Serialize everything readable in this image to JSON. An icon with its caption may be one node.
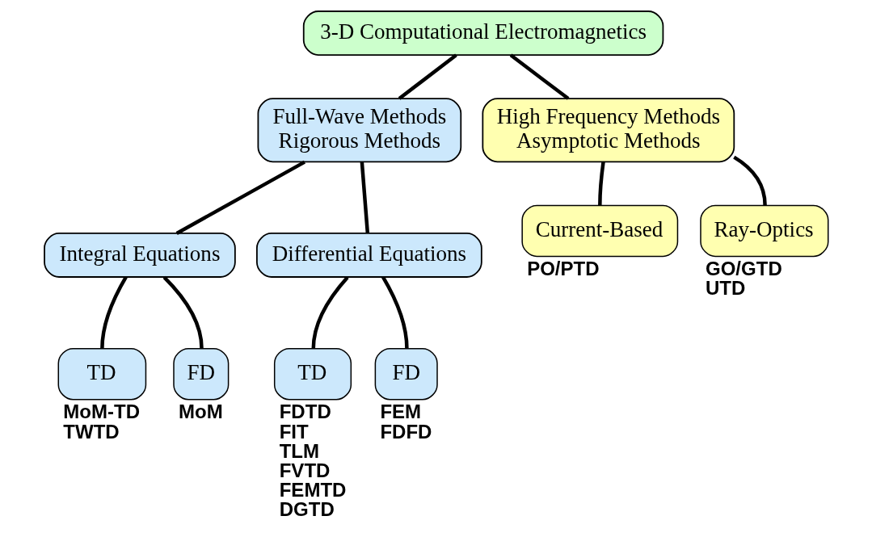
{
  "diagram": {
    "nodes": [
      {
        "text": [
          "3-D Computational Electromagnetics"
        ]
      },
      {
        "text": [
          "Full-Wave Methods Rigorous Methods"
        ]
      },
      {
        "text": [
          "High Frequency Methods Asymptotic Methods"
        ]
      },
      {
        "text": [
          "Integral Equations"
        ]
      },
      {
        "text": [
          "Differential Equations"
        ]
      },
      {
        "text": [
          "Current-Based"
        ],
        "beside": [
          "PO/PTD"
        ]
      },
      {
        "text": [
          "Ray-Optics"
        ],
        "beside": [
          "GO/GTD",
          "UTD"
        ]
      },
      {
        "text": [
          "TD"
        ],
        "beside": [
          "MoM-TD",
          "TWTD"
        ]
      },
      {
        "text": [
          "FD"
        ],
        "beside": [
          "MoM"
        ]
      },
      {
        "text": [
          "TD"
        ],
        "beside": [
          "FDTD",
          "FIT",
          "TLM",
          "FVTD",
          "FEMTD",
          "DGTD"
        ]
      },
      {
        "text": [
          "FD"
        ],
        "beside": [
          "FEM",
          "FDFD"
        ]
      }
    ],
    "edges": [
      {
        "from": 0,
        "to": 1,
        "arrow": "none"
      },
      {
        "from": 0,
        "to": 2,
        "arrow": "none"
      },
      {
        "from": 1,
        "to": 3,
        "arrow": "none"
      },
      {
        "from": 1,
        "to": 4,
        "arrow": "none"
      },
      {
        "from": 2,
        "to": 5,
        "arrow": "none"
      },
      {
        "from": 2,
        "to": 6,
        "arrow": "none"
      },
      {
        "from": 3,
        "to": 7,
        "arrow": "none"
      },
      {
        "from": 3,
        "to": 8,
        "arrow": "none"
      },
      {
        "from": 4,
        "to": 9,
        "arrow": "none"
      },
      {
        "from": 4,
        "to": 10,
        "arrow": "none"
      }
    ]
  }
}
